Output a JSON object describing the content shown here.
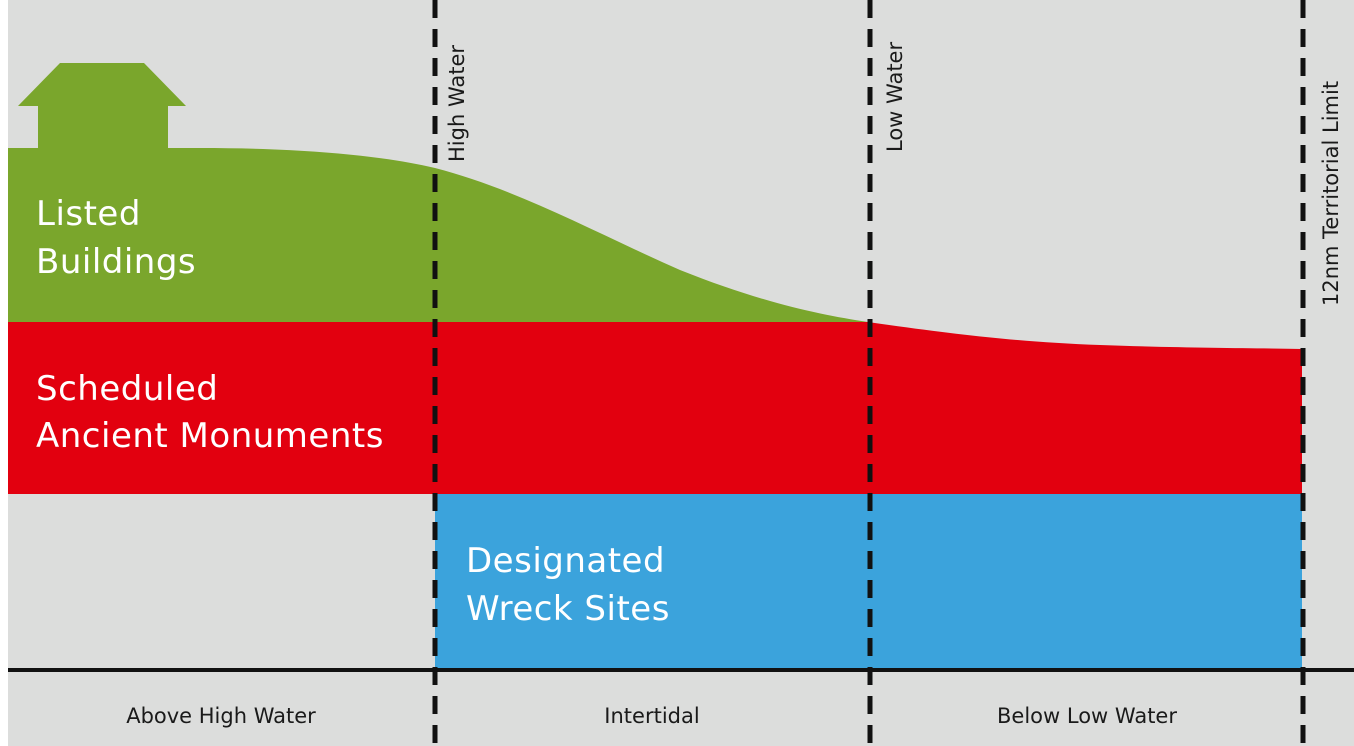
{
  "diagram": {
    "bands": [
      {
        "label_lines": [
          "Listed",
          "Buildings"
        ],
        "color": "#7aa62c"
      },
      {
        "label_lines": [
          "Scheduled",
          "Ancient Monuments"
        ],
        "color": "#e2000f"
      },
      {
        "label_lines": [
          "Designated",
          "Wreck Sites"
        ],
        "color": "#3ba3dc"
      }
    ],
    "boundaries": [
      {
        "label": "High Water"
      },
      {
        "label": "Low Water"
      },
      {
        "label": "12nm Territorial Limit"
      }
    ],
    "zones": [
      {
        "label": "Above High Water"
      },
      {
        "label": "Intertidal"
      },
      {
        "label": "Below Low Water"
      }
    ],
    "colors": {
      "background": "#dcdddc",
      "ground_line": "#111111",
      "boundary_line": "#111111"
    }
  }
}
